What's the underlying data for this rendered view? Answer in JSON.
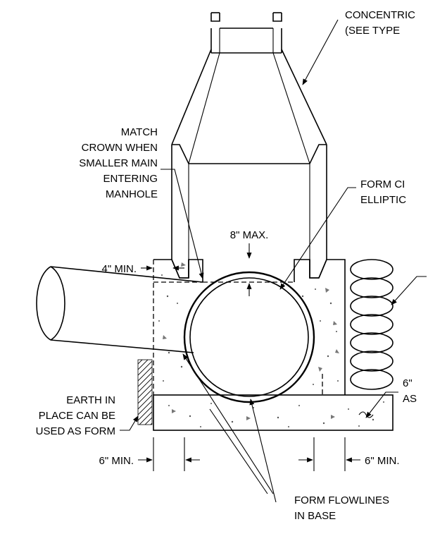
{
  "labels": {
    "concentric_1": "CONCENTRIC",
    "concentric_2": "(SEE TYPE",
    "match_1": "MATCH",
    "match_2": "CROWN WHEN",
    "match_3": "SMALLER MAIN",
    "match_4": "ENTERING",
    "match_5": "MANHOLE",
    "form_ci_1": "FORM CI",
    "form_ci_2": "ELLIPTIC",
    "max_8": "8\" MAX.",
    "min_4": "4\" MIN.",
    "earth_1": "EARTH IN",
    "earth_2": "PLACE CAN BE",
    "earth_3": "USED AS FORM",
    "six_as_1": "6\"",
    "six_as_2": "AS",
    "min_6_left": "6\" MIN.",
    "min_6_right": "6\" MIN.",
    "flowlines_1": "FORM FLOWLINES",
    "flowlines_2": "IN BASE"
  },
  "colors": {
    "line": "#000000",
    "concrete_dots": "#555555",
    "background": "#ffffff"
  }
}
